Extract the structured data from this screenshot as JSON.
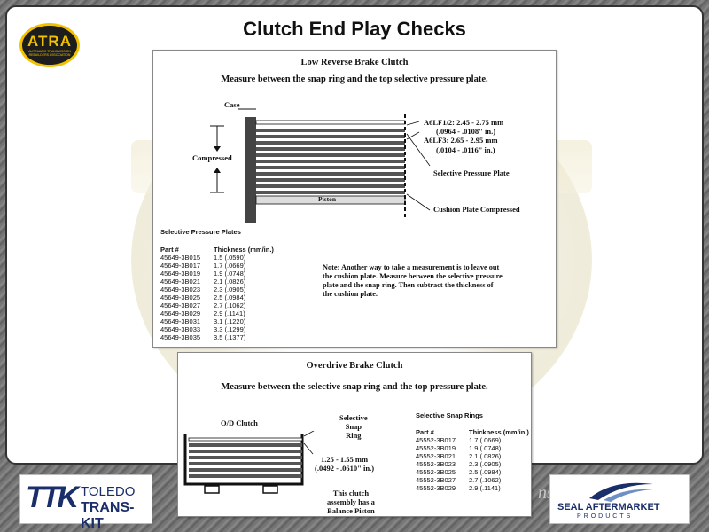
{
  "slide": {
    "title": "Clutch End Play Checks"
  },
  "logo": {
    "name": "ATRA",
    "subtitle": "AUTOMATIC TRANSMISSION REBUILDERS ASSOCIATION"
  },
  "panel1": {
    "title": "Low Reverse Brake Clutch",
    "subtitle": "Measure between the snap ring and the top selective pressure plate.",
    "labels": {
      "case": "Case",
      "compressed": "Compressed",
      "piston": "Piston",
      "spec1_line1": "A6LF1/2: 2.45 - 2.75 mm",
      "spec1_line2": "(.0964 - .0108\" in.)",
      "spec2_line1": "A6LF3: 2.65 - 2.95 mm",
      "spec2_line2": "(.0104 - .0116\" in.)",
      "selective_plate": "Selective Pressure Plate",
      "cushion_plate": "Cushion Plate Compressed"
    },
    "table": {
      "title": "Selective Pressure Plates",
      "headers": [
        "Part #",
        "Thickness (mm/in.)"
      ],
      "rows": [
        [
          "45649-3B015",
          "1.5 (.0590)"
        ],
        [
          "45649-3B017",
          "1.7 (.0669)"
        ],
        [
          "45649-3B019",
          "1.9 (.0748)"
        ],
        [
          "45649-3B021",
          "2.1 (.0826)"
        ],
        [
          "45649-3B023",
          "2.3 (.0905)"
        ],
        [
          "45649-3B025",
          "2.5 (.0984)"
        ],
        [
          "45649-3B027",
          "2.7 (.1062)"
        ],
        [
          "45649-3B029",
          "2.9 (.1141)"
        ],
        [
          "45649-3B031",
          "3.1 (.1220)"
        ],
        [
          "45649-3B033",
          "3.3 (.1299)"
        ],
        [
          "45649-3B035",
          "3.5 (.1377)"
        ]
      ]
    },
    "note": [
      "Note: Another way to take a measurement is to leave out",
      "the cushion plate. Measure between the selective pressure",
      "plate and the snap ring. Then subtract the thickness of",
      "the cushion plate."
    ]
  },
  "panel2": {
    "title": "Overdrive Brake Clutch",
    "subtitle": "Measure between the selective snap ring and the top pressure plate.",
    "labels": {
      "od_clutch": "O/D Clutch",
      "selective_snap_ring": [
        "Selective",
        "Snap",
        "Ring"
      ],
      "spec_line1": "1.25 - 1.55 mm",
      "spec_line2": "(.0492 - .0610\" in.)",
      "balance_piston": [
        "This clutch",
        "assembly has a",
        "Balance Piston"
      ]
    },
    "table": {
      "title": "Selective Snap Rings",
      "headers": [
        "Part #",
        "Thickness (mm/in.)"
      ],
      "rows": [
        [
          "45552-3B017",
          "1.7 (.0669)"
        ],
        [
          "45552-3B019",
          "1.9 (.0748)"
        ],
        [
          "45552-3B021",
          "2.1 (.0826)"
        ],
        [
          "45552-3B023",
          "2.3 (.0905)"
        ],
        [
          "45552-3B025",
          "2.5 (.0984)"
        ],
        [
          "45552-3B027",
          "2.7 (.1062)"
        ],
        [
          "45552-3B029",
          "2.9 (.1141)"
        ]
      ]
    }
  },
  "footer": {
    "ttk_mark": "TTK",
    "ttk_line1": "TOLEDO",
    "ttk_line2": "TRANS-KIT",
    "ghost_text": "ns",
    "seal_line1": "SEAL AFTERMARKET",
    "seal_line2": "PRODUCTS"
  },
  "colors": {
    "brand_navy": "#1a2e6a",
    "atra_yellow": "#f2c200"
  }
}
